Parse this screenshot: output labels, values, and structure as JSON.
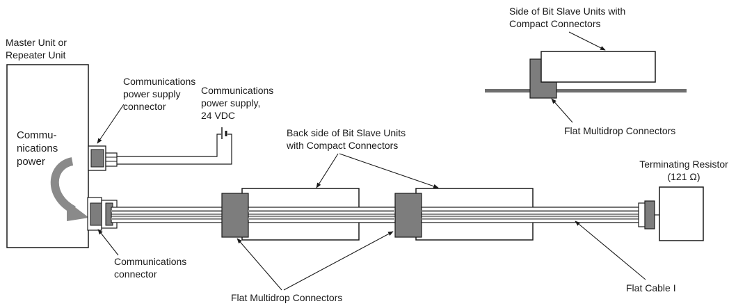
{
  "labels": {
    "master_unit": "Master Unit or\nRepeater Unit",
    "comm_power": "Commu-\nnications\npower",
    "comm_power_supply_connector": "Communications\npower supply\nconnector",
    "comm_power_supply": "Communications\npower supply,\n24 VDC",
    "back_side_bit_slave": "Back side of Bit Slave Units\nwith Compact Connectors",
    "side_bit_slave": "Side of Bit Slave Units with\nCompact Connectors",
    "flat_multidrop_top": "Flat Multidrop Connectors",
    "terminating_resistor": "Terminating Resistor\n(121 Ω)",
    "comm_connector": "Communications\nconnector",
    "flat_multidrop_bottom": "Flat Multidrop Connectors",
    "flat_cable": "Flat Cable I"
  },
  "colors": {
    "line": "#1a1a1a",
    "connector_gray": "#7d7d7d",
    "rail_gray": "#6e6e6e",
    "arrow_gray": "#8a8a8a"
  }
}
